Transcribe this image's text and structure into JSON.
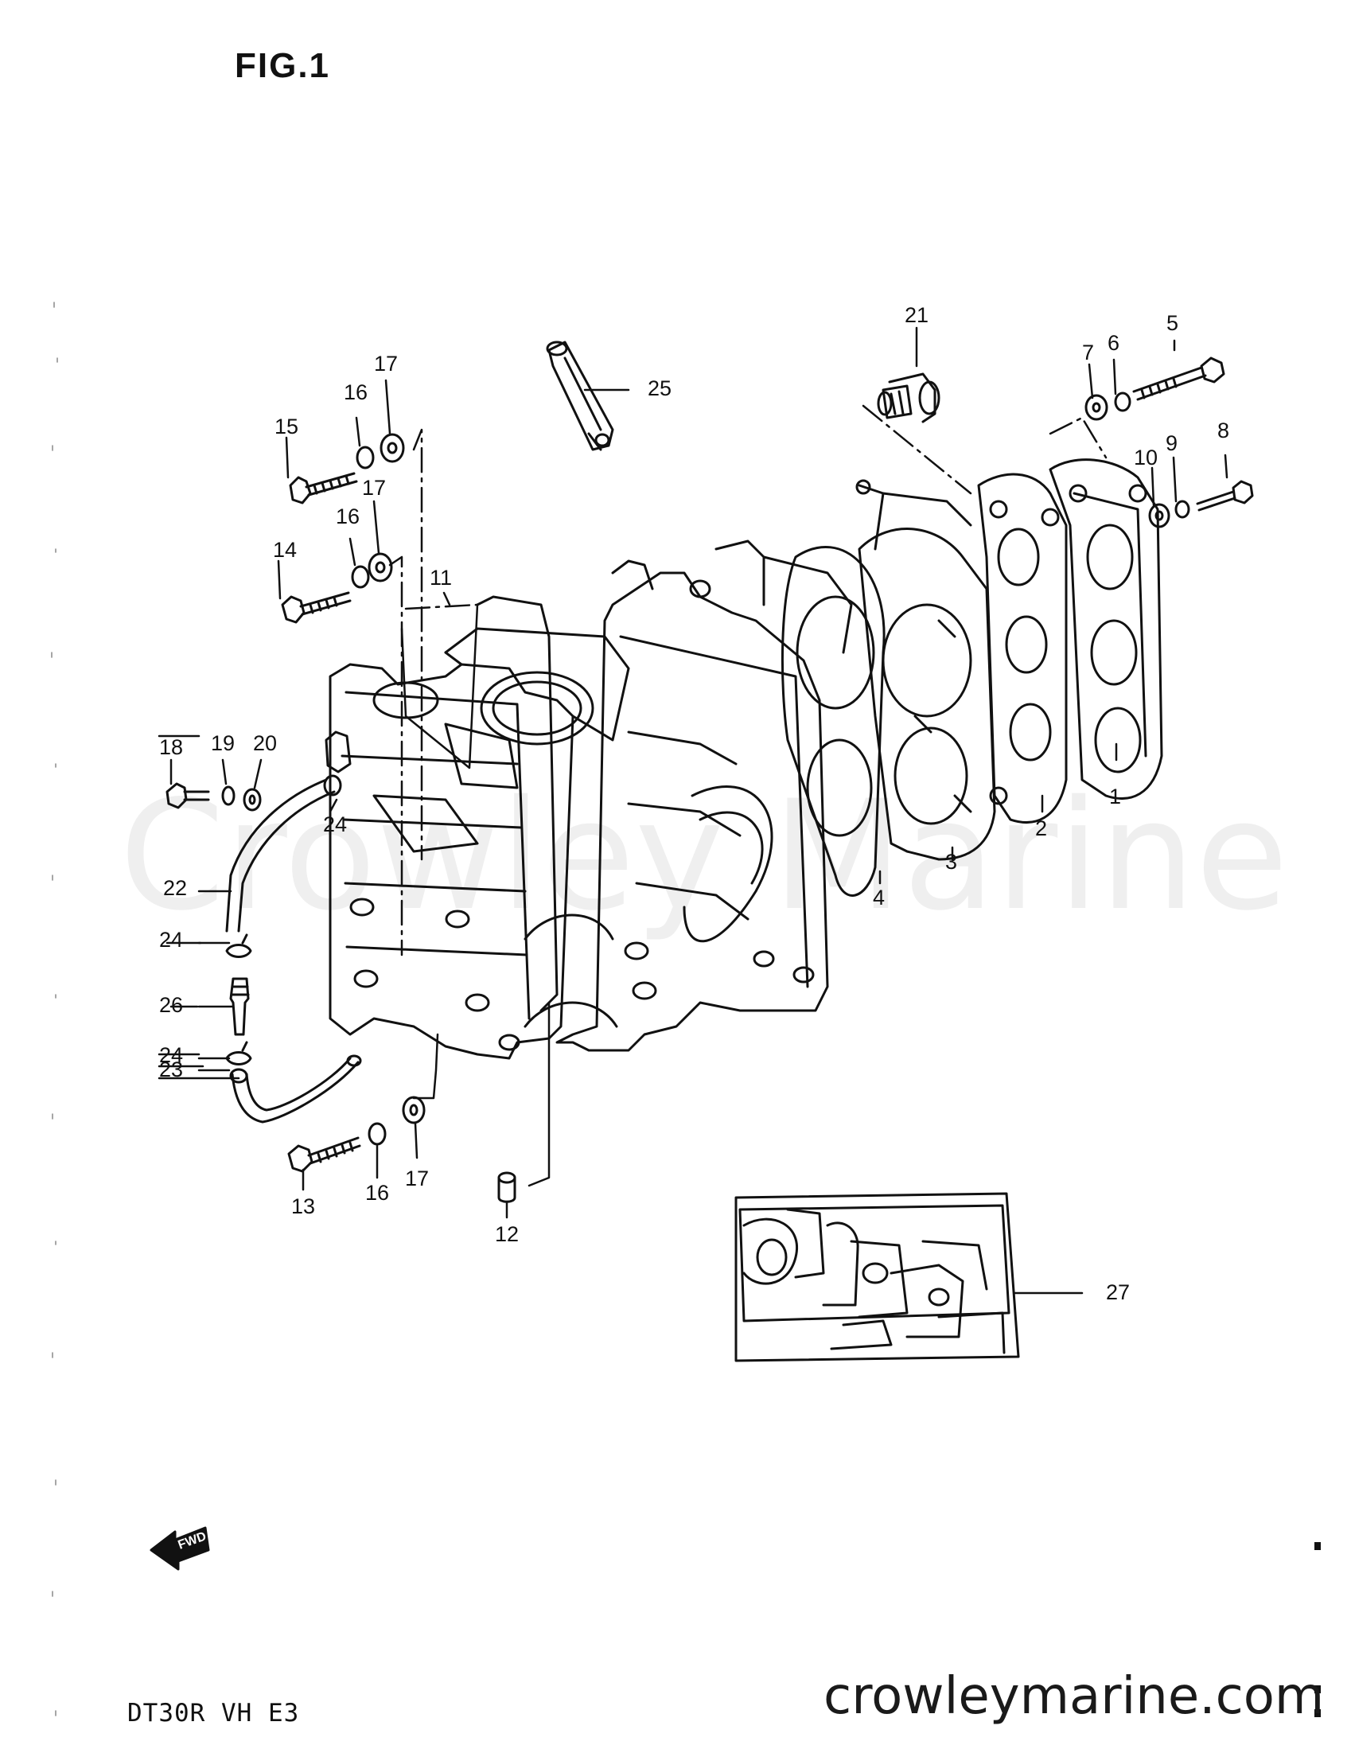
{
  "figure_title": "FIG.1",
  "model_code": "DT30R VH E3",
  "website": "crowleymarine.com",
  "watermark": "Crowley Marine",
  "fwd_label": "FWD",
  "callouts": [
    {
      "id": "c1",
      "label": "1"
    },
    {
      "id": "c2",
      "label": "2"
    },
    {
      "id": "c3",
      "label": "3"
    },
    {
      "id": "c4",
      "label": "4"
    },
    {
      "id": "c5",
      "label": "5"
    },
    {
      "id": "c6",
      "label": "6"
    },
    {
      "id": "c7",
      "label": "7"
    },
    {
      "id": "c8",
      "label": "8"
    },
    {
      "id": "c9",
      "label": "9"
    },
    {
      "id": "c10",
      "label": "10"
    },
    {
      "id": "c11",
      "label": "11"
    },
    {
      "id": "c12",
      "label": "12"
    },
    {
      "id": "c13",
      "label": "13"
    },
    {
      "id": "c14",
      "label": "14"
    },
    {
      "id": "c15",
      "label": "15"
    },
    {
      "id": "c16a",
      "label": "16"
    },
    {
      "id": "c16b",
      "label": "16"
    },
    {
      "id": "c16c",
      "label": "16"
    },
    {
      "id": "c17a",
      "label": "17"
    },
    {
      "id": "c17b",
      "label": "17"
    },
    {
      "id": "c17c",
      "label": "17"
    },
    {
      "id": "c18",
      "label": "18"
    },
    {
      "id": "c19",
      "label": "19"
    },
    {
      "id": "c20",
      "label": "20"
    },
    {
      "id": "c21",
      "label": "21"
    },
    {
      "id": "c22",
      "label": "22"
    },
    {
      "id": "c23",
      "label": "23"
    },
    {
      "id": "c24a",
      "label": "24"
    },
    {
      "id": "c24b",
      "label": "24"
    },
    {
      "id": "c24c",
      "label": "24"
    },
    {
      "id": "c25",
      "label": "25"
    },
    {
      "id": "c26",
      "label": "26"
    },
    {
      "id": "c27",
      "label": "27"
    }
  ]
}
